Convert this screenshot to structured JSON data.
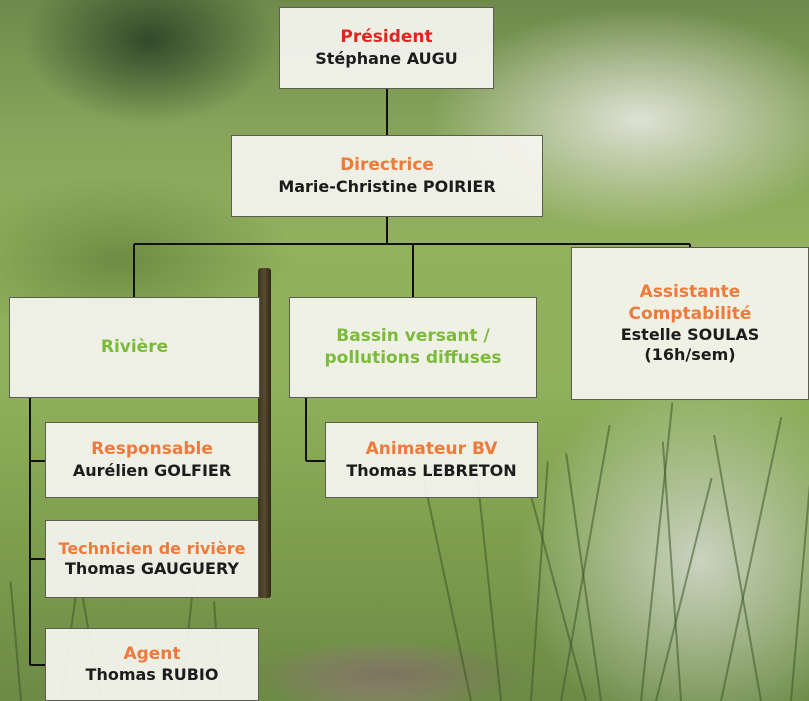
{
  "president": {
    "role": "Président",
    "name": "Stéphane AUGU"
  },
  "directrice": {
    "role": "Directrice",
    "name": "Marie-Christine POIRIER"
  },
  "assistante": {
    "role_line1": "Assistante",
    "role_line2": "Comptabilité",
    "name": "Estelle SOULAS",
    "hours": "(16h/sem)"
  },
  "riviere": {
    "label": "Rivière"
  },
  "bassin": {
    "label_line1": "Bassin versant /",
    "label_line2": "pollutions diffuses"
  },
  "responsable": {
    "role": "Responsable",
    "name": "Aurélien GOLFIER"
  },
  "technicien": {
    "role": "Technicien de rivière",
    "name": "Thomas GAUGUERY"
  },
  "agent": {
    "role": "Agent",
    "name": "Thomas RUBIO"
  },
  "animateur": {
    "role": "Animateur BV",
    "name": "Thomas LEBRETON"
  },
  "colors": {
    "red": "#e4231f",
    "orange": "#ee7a3c",
    "green": "#7cba3c",
    "line": "#111111"
  }
}
